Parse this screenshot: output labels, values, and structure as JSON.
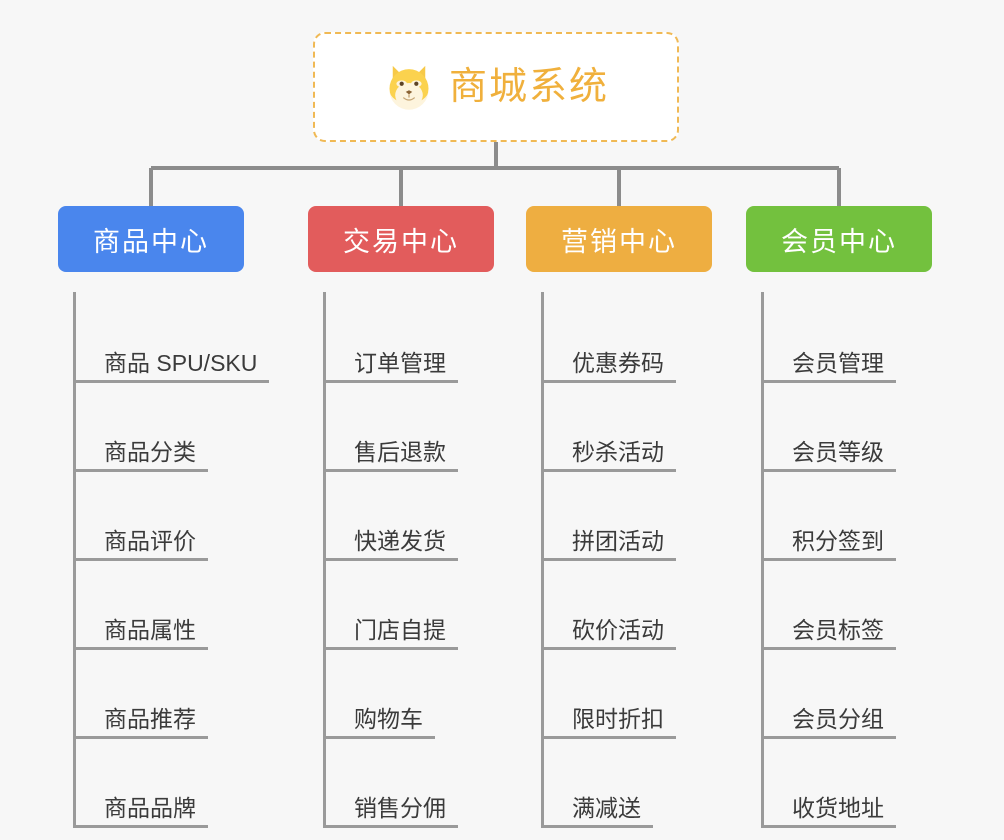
{
  "diagram": {
    "type": "mindmap",
    "background_color": "#f7f7f7",
    "root": {
      "title": "商城系统",
      "icon": "shiba-dog-face-emoji",
      "text_color": "#f0b03c",
      "border_color": "#f0b954",
      "border_style": "dashed",
      "background_color": "#ffffff"
    },
    "connector_color": "#8c8c8c",
    "branches": [
      {
        "label": "商品中心",
        "color": "#4a86ed",
        "items": [
          "商品 SPU/SKU",
          "商品分类",
          "商品评价",
          "商品属性",
          "商品推荐",
          "商品品牌"
        ]
      },
      {
        "label": "交易中心",
        "color": "#e25c5c",
        "items": [
          "订单管理",
          "售后退款",
          "快递发货",
          "门店自提",
          "购物车",
          "销售分佣"
        ]
      },
      {
        "label": "营销中心",
        "color": "#eeae41",
        "items": [
          "优惠券码",
          "秒杀活动",
          "拼团活动",
          "砍价活动",
          "限时折扣",
          "满减送"
        ]
      },
      {
        "label": "会员中心",
        "color": "#73c13e",
        "items": [
          "会员管理",
          "会员等级",
          "积分签到",
          "会员标签",
          "会员分组",
          "收货地址"
        ]
      }
    ]
  }
}
